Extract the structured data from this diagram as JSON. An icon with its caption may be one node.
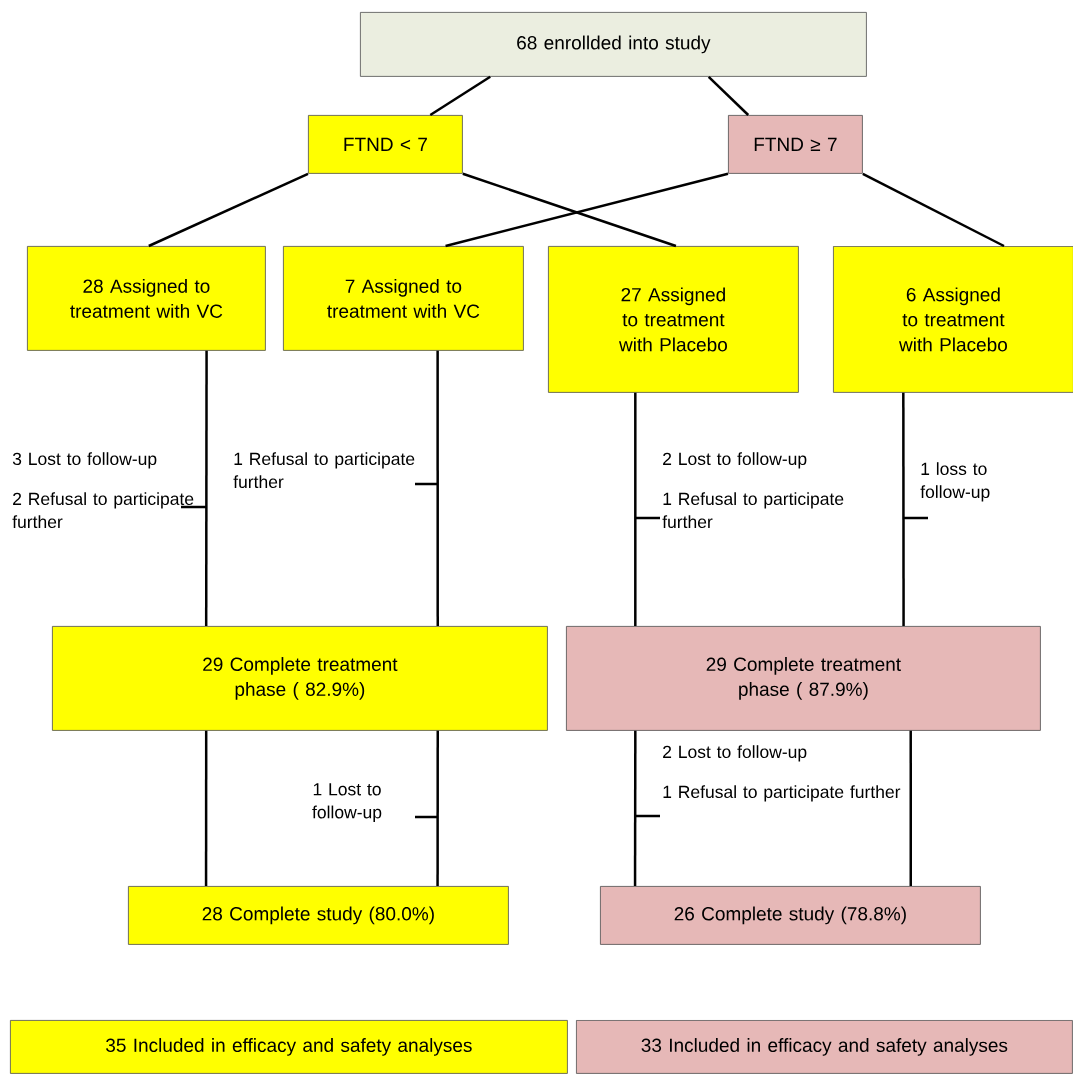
{
  "diagram": {
    "nodes": [
      {
        "text": [
          "68 enrollded into study"
        ]
      },
      {
        "text": [
          "FTND < 7"
        ]
      },
      {
        "text": [
          "FTND ≥ 7"
        ]
      },
      {
        "text": [
          "28 Assigned to treatment with VC"
        ]
      },
      {
        "text": [
          "7 Assigned to treatment with VC"
        ]
      },
      {
        "text": [
          "27 Assigned to treatment with Placebo"
        ]
      },
      {
        "text": [
          "6 Assigned to treatment with Placebo"
        ]
      },
      {
        "text": [
          "29 Complete treatment phase ( 82.9%)"
        ]
      },
      {
        "text": [
          "29 Complete treatment phase ( 87.9%)"
        ]
      },
      {
        "text": [
          "28 Complete study (80.0%)"
        ]
      },
      {
        "text": [
          "26 Complete study (78.8%)"
        ]
      },
      {
        "text": [
          "35 Included in efficacy and safety analyses"
        ]
      },
      {
        "text": [
          "33 Included in efficacy and safety analyses"
        ]
      }
    ],
    "edges": [
      {
        "from": 0,
        "to": 1,
        "arrow": "none"
      },
      {
        "from": 0,
        "to": 2,
        "arrow": "none"
      },
      {
        "from": 1,
        "to": 3,
        "arrow": "none"
      },
      {
        "from": 1,
        "to": 5,
        "arrow": "none"
      },
      {
        "from": 2,
        "to": 4,
        "arrow": "none"
      },
      {
        "from": 2,
        "to": 6,
        "arrow": "none"
      },
      {
        "from": 3,
        "to": 7,
        "arrow": "none"
      },
      {
        "from": 4,
        "to": 7,
        "arrow": "none"
      },
      {
        "from": 5,
        "to": 8,
        "arrow": "none"
      },
      {
        "from": 6,
        "to": 8,
        "arrow": "none"
      },
      {
        "from": 7,
        "to": 9,
        "arrow": "none"
      },
      {
        "from": 7,
        "to": 9,
        "arrow": "none"
      },
      {
        "from": 8,
        "to": 10,
        "arrow": "none"
      },
      {
        "from": 8,
        "to": 10,
        "arrow": "none"
      }
    ],
    "labels": [
      "3 Lost to follow-up",
      "2 Refusal to participate further",
      "1 Refusal to participate further",
      "2 Lost to follow-up",
      "1 Refusal to participate further",
      "1 loss to follow-up",
      "1 Lost to follow-up",
      "2 Lost to follow-up",
      "1 Refusal to participate further"
    ]
  }
}
